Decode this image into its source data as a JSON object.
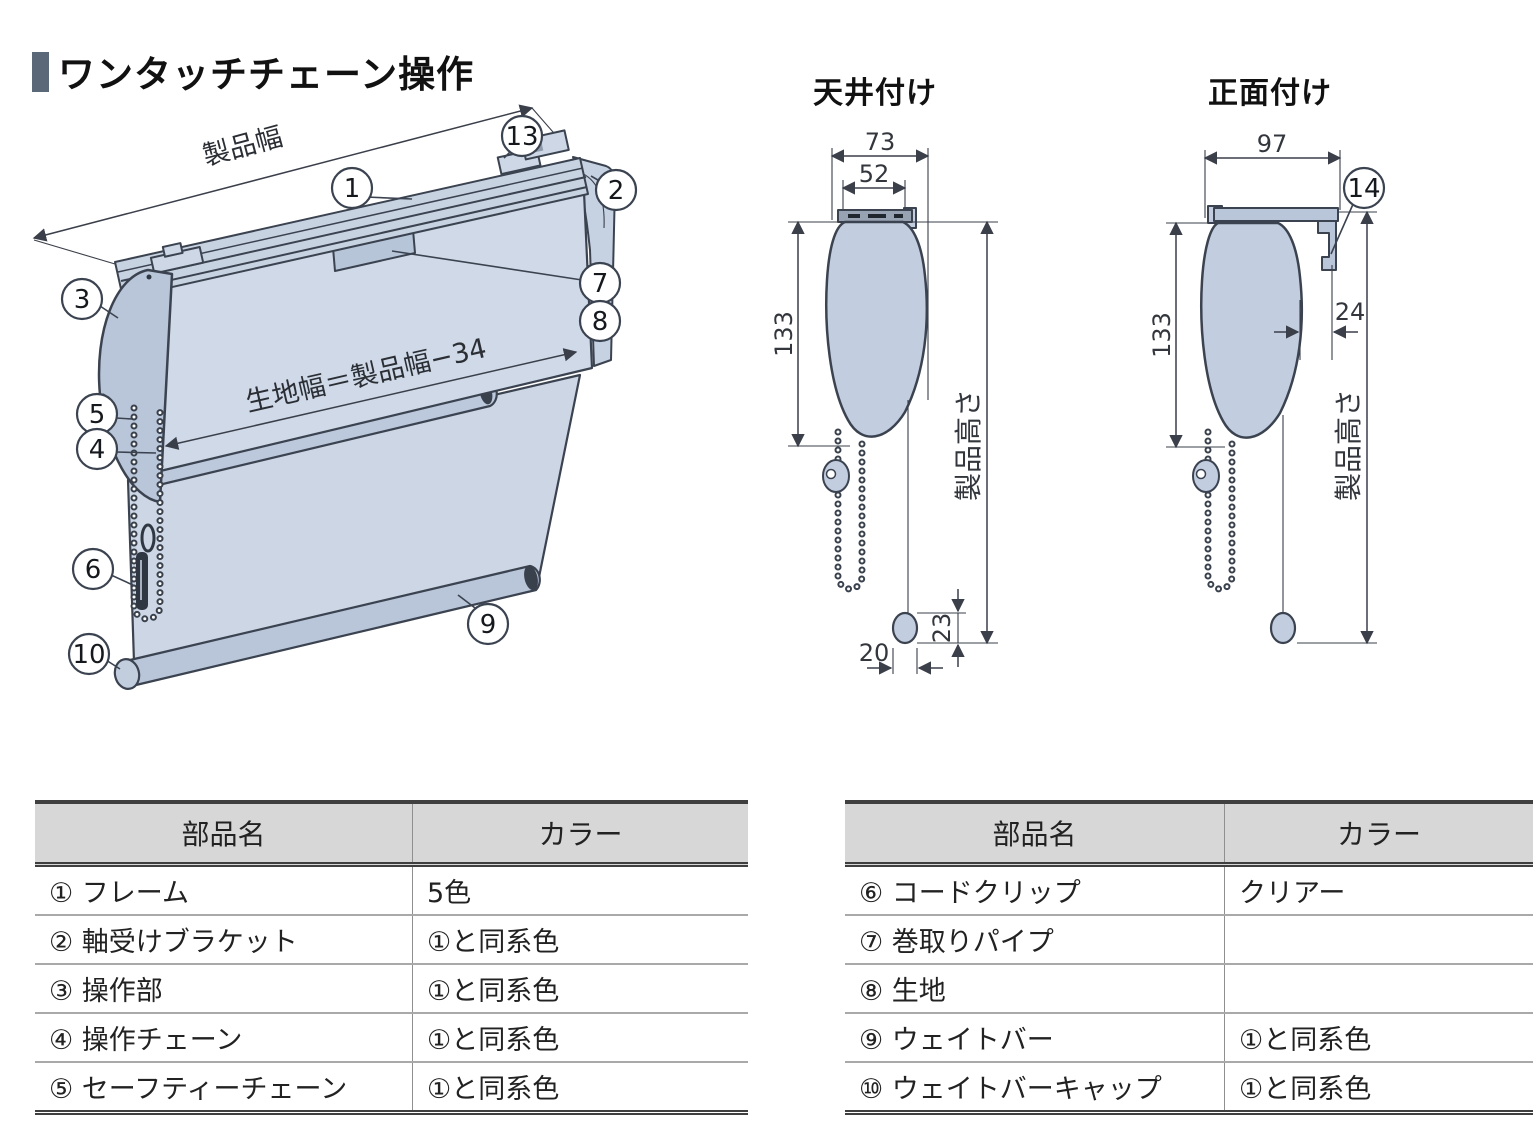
{
  "page": {
    "title": "ワンタッチチェーン操作"
  },
  "colors": {
    "accent_square": "#5a6877",
    "fabric_fill": "#cfd9e7",
    "part_fill": "#b9c6d9",
    "outline": "#3b4350",
    "table_header_bg": "#d7d7d7"
  },
  "main_diagram": {
    "product_width_label": "製品幅",
    "fabric_width_label": "生地幅＝製品幅−34",
    "callouts": {
      "c1": "1",
      "c2": "2",
      "c3": "3",
      "c4": "4",
      "c5": "5",
      "c6": "6",
      "c7": "7",
      "c8": "8",
      "c9": "9",
      "c10": "10",
      "c13": "13"
    }
  },
  "ceiling_diagram": {
    "title": "天井付け",
    "dim_73": "73",
    "dim_52": "52",
    "dim_133": "133",
    "dim_23": "23",
    "dim_20": "20",
    "product_height_label": "製品高さ"
  },
  "front_diagram": {
    "title": "正面付け",
    "dim_97": "97",
    "dim_133": "133",
    "dim_24": "24",
    "product_height_label": "製品高さ",
    "callout_14": "14"
  },
  "tables": {
    "left": {
      "headers": {
        "part": "部品名",
        "color": "カラー"
      },
      "rows": [
        {
          "part": "① フレーム",
          "color": "5色"
        },
        {
          "part": "② 軸受けブラケット",
          "color": "①と同系色"
        },
        {
          "part": "③ 操作部",
          "color": "①と同系色"
        },
        {
          "part": "④ 操作チェーン",
          "color": "①と同系色"
        },
        {
          "part": "⑤ セーフティーチェーン",
          "color": "①と同系色"
        }
      ]
    },
    "right": {
      "headers": {
        "part": "部品名",
        "color": "カラー"
      },
      "rows": [
        {
          "part": "⑥ コードクリップ",
          "color": "クリアー"
        },
        {
          "part": "⑦ 巻取りパイプ",
          "color": ""
        },
        {
          "part": "⑧ 生地",
          "color": ""
        },
        {
          "part": "⑨ ウェイトバー",
          "color": "①と同系色"
        },
        {
          "part": "⑩ ウェイトバーキャップ",
          "color": "①と同系色"
        }
      ]
    }
  }
}
